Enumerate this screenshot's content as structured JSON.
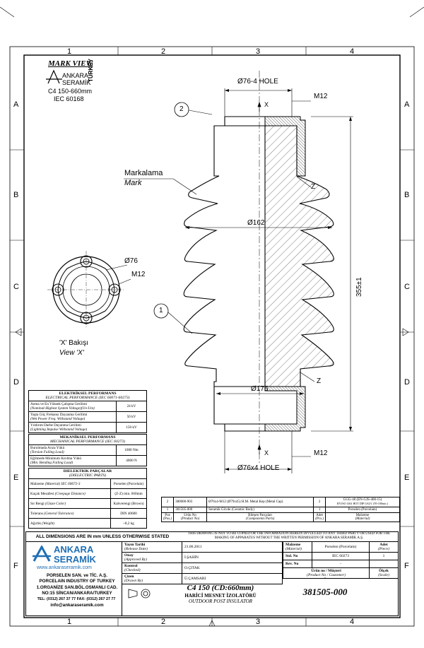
{
  "frame": {
    "columns": [
      "1",
      "2",
      "3",
      "4"
    ],
    "rows": [
      "A",
      "B",
      "C",
      "D",
      "E",
      "F"
    ]
  },
  "mark_view": {
    "title": "MARK VIEW",
    "brand_line1": "ANKARA",
    "brand_line2": "SERAMİK",
    "country": "TURKEY",
    "model": "C4 150-660mm",
    "standard": "IEC 60168"
  },
  "drawing": {
    "markalama": "Markalama",
    "mark": "Mark",
    "dim_top_hole": "Ø76-4 HOLE",
    "dim_m12_top": "M12",
    "dim_x_top": "X",
    "dim_z_top": "Z",
    "dim_162": "Ø162",
    "dim_height": "355±1",
    "dim_175": "Ø175",
    "dim_z_bottom": "Z",
    "dim_x_bottom": "X",
    "dim_m12_bottom": "M12",
    "dim_bottom_hole": "Ø76x4 HOLE",
    "balloon_1": "1",
    "balloon_2": "2",
    "view_dia": "Ø76",
    "view_m12": "M12",
    "view_tr": "'X' Bakışı",
    "view_en": "View 'X'"
  },
  "electrical": {
    "title": "ELEKTRİKSEL PERFORMANS",
    "subtitle": "ELECTRICAL PERFORMANCE (IEC 60071-60273)",
    "rows": [
      {
        "tr": "Anma ve En Yüksek Çalışma Gerilimi",
        "en": "(Nominal-Highest System Voltage)(Un-Um)",
        "val": "24 kV"
      },
      {
        "tr": "Yaşta Güç Frekansı Dayanma Gerilimi",
        "en": "(Wet Power Freq. Withstand Voltage)",
        "val": "50 kV"
      },
      {
        "tr": "Yıldırım Darbe Dayanma Gerilimi",
        "en": "(Lightning Impulse Withstand Voltage)",
        "val": "150 kV"
      }
    ]
  },
  "mechanical": {
    "title": "MEKANİKSEL PERFORMANS",
    "subtitle": "MECHANICAL PERFORMANCE (IEC 60273)",
    "rows": [
      {
        "tr": "Burulmada Arıza Yükü",
        "en": "(Torsion Failing Load)",
        "val": "1000 Nm"
      },
      {
        "tr": "Eğilmede Minimum Kırılma Yükü",
        "en": "(Min. Bending Failing Load)",
        "val": "4000 N"
      }
    ]
  },
  "dielectric": {
    "title": "DIELEKTRIK PARÇALAR",
    "subtitle": "(DIELECTRIC PARTS)",
    "rows": [
      {
        "tr": "Malzeme",
        "en": "(Material) IEC 60672-3",
        "val": "Porselen (Porcelain)"
      },
      {
        "tr": "Kaçak Mesafesi",
        "en": "(Creepage Distance)",
        "val": "(Z-Z) min. 660mm"
      },
      {
        "tr": "Sır Rengi",
        "en": "(Glaze Color)",
        "val": "Kahverengi (Brown)"
      },
      {
        "tr": "Tolerans",
        "en": "(General Tolerance)",
        "val": "DIN 40680"
      },
      {
        "tr": "Ağırlık",
        "en": "(Weight)",
        "val": "~8,2 kg"
      }
    ]
  },
  "parts": {
    "rows": [
      {
        "poz": "2",
        "urun": "380000-903",
        "desc": "Ø76x4-M12 (Ø79x45) H.M. Metal Kep (Metal Cap)",
        "adet": "2",
        "mat": "GGG-40 (EN-GJS-400-15)",
        "mat2": "EN ISO 1461 HOT DIP GALV. (95-100mic.)"
      },
      {
        "poz": "1",
        "urun": "381505-000",
        "desc": "Seramik Gövde (Ceramic Body)",
        "adet": "1",
        "mat": "Porselen (Porcelain)",
        "mat2": ""
      }
    ],
    "headers": {
      "poz": "Poz",
      "poz_en": "(Pos.)",
      "urun": "Ürün No",
      "urun_en": "(Product No)",
      "desc": "Bileşen Parçaları",
      "desc_en": "(Components Parts)",
      "adet": "Adet",
      "adet_en": "(Pcs.)",
      "mat": "Malzeme",
      "mat_en": "(Material)"
    }
  },
  "titleblock": {
    "dims_note": "ALL DIMENSIONS ARE IN mm UNLESS OTHERWISE STATED",
    "copy_note": "THIS DRAWING IS NOT TO BE COPIED OR THE INFORMATION HEREIN DIVULGED TO ANY THIRD PARTY OR USED FOR THE MAKING OF APPARATUS WITHOUT THE WRITTEN PERMISSION OF ANKARA SERAMIK A.Ş.",
    "logo1": "ANKARA",
    "logo2": "SERAMİK",
    "website": "www.ankaraseramik.com",
    "company1": "PORSELEN SAN. ve TİC. A.Ş.",
    "company2": "PORCELAIN INDUSTRY OF TURKEY",
    "address1": "1.ORGANİZE SAN.BÖL.OSMANLI CAD.",
    "address2": "NO:15   SİNCAN/ANKARA/TURKEY",
    "phone": "TEL: (0312) 267 37 77   FAX: (0312) 267 27 77",
    "email": "info@ankaraseramik.com",
    "release_label": "Yayın Tarihi",
    "release_label_en": "(Release Date)",
    "release_value": "21.06.2011",
    "approved_label": "Onay",
    "approved_label_en": "(Approved By)",
    "approved_value": "İ.ŞAHİN",
    "checked_label": "Kontrol",
    "checked_label_en": "(Checked)",
    "checked_value": "O.ÇITAK",
    "drawn_label": "Çizen",
    "drawn_label_en": "(Drawn By)",
    "drawn_value": "Ü.ÇAMSARI",
    "material_label": "Malzeme",
    "material_label_en": "(Material)",
    "material_value": "Porselen (Porcelain)",
    "std_label": "Std. No",
    "std_value": "IEC 60273",
    "rev_label": "Rev. No",
    "rev_value": "-",
    "piece_label": "Adet",
    "piece_label_en": "(Piece)",
    "piece_value": "1",
    "product_label": "Ürün no / Müşteri",
    "product_label_en": "(Product No / Customer)",
    "product_value": "-",
    "scale_label": "Ölçek",
    "scale_label_en": "(Scale)",
    "title_main": "C4 150 (CD:660mm)",
    "title_tr": "HARİCİ MESNET İZOLATÖRÜ",
    "title_en": "OUTDOOR POST INSULATOR",
    "drawing_no": "381505-000"
  }
}
